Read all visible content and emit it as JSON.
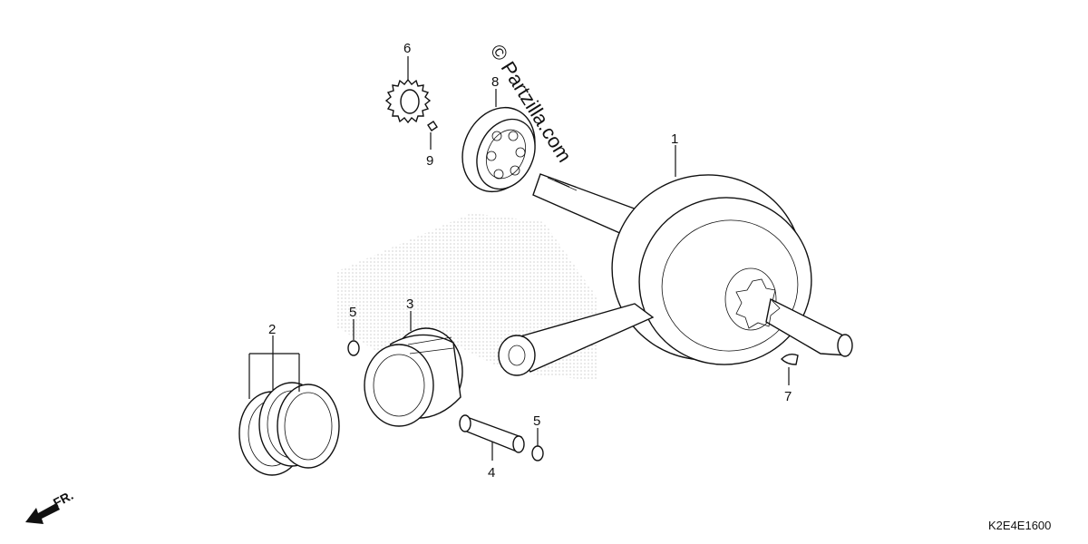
{
  "watermark": "© Partzilla.com",
  "diagram_code": "K2E4E1600",
  "direction_label": "FR.",
  "callouts": [
    {
      "id": "1",
      "label": "1"
    },
    {
      "id": "2",
      "label": "2"
    },
    {
      "id": "3",
      "label": "3"
    },
    {
      "id": "4",
      "label": "4"
    },
    {
      "id": "5a",
      "label": "5"
    },
    {
      "id": "5b",
      "label": "5"
    },
    {
      "id": "6",
      "label": "6"
    },
    {
      "id": "7",
      "label": "7"
    },
    {
      "id": "8",
      "label": "8"
    },
    {
      "id": "9",
      "label": "9"
    }
  ],
  "icons": {
    "direction_arrow": "arrow-down-left-icon"
  }
}
